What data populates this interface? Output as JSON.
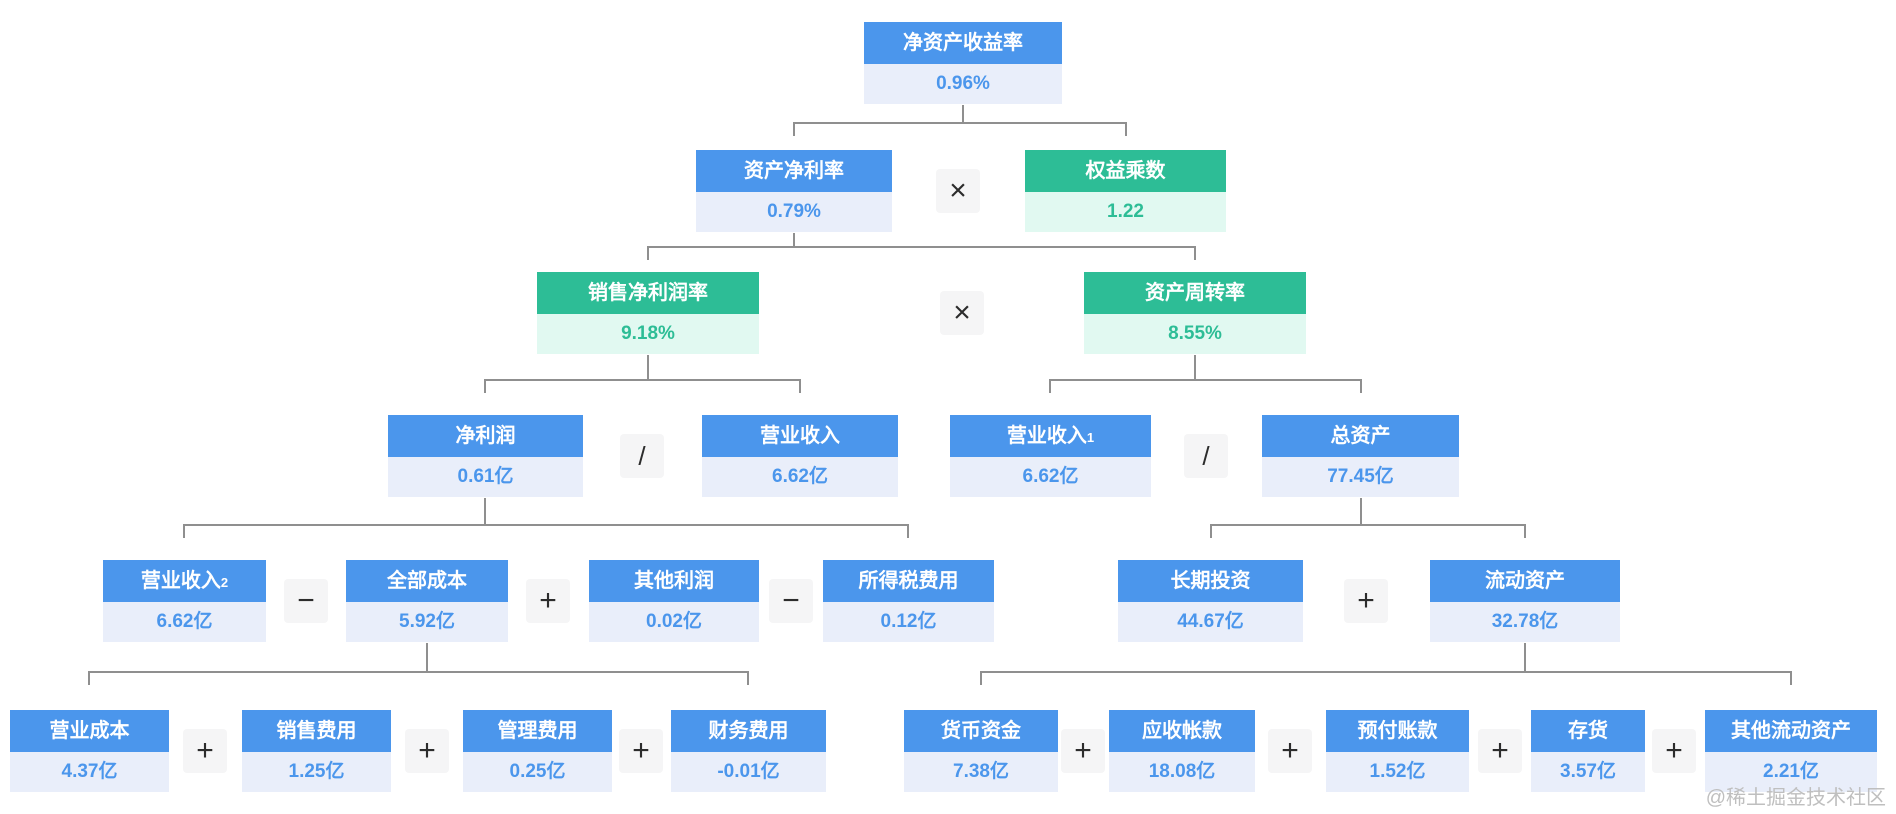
{
  "watermark": "@稀土掘金技术社区",
  "operators": {
    "multiply": "×",
    "divide": "/",
    "plus": "+",
    "minus": "−"
  },
  "colors": {
    "blue_header": "#4b96ec",
    "blue_value_bg": "#e9eefa",
    "green_header": "#2dbd96",
    "green_value_bg": "#e1f9f1",
    "connector": "#8f8f8f",
    "operator_bg": "#f5f5f6"
  },
  "nodes": {
    "roe": {
      "label": "净资产收益率",
      "value": "0.96%"
    },
    "roa": {
      "label": "资产净利率",
      "value": "0.79%"
    },
    "equity_multiplier": {
      "label": "权益乘数",
      "value": "1.22"
    },
    "net_profit_margin": {
      "label": "销售净利润率",
      "value": "9.18%"
    },
    "asset_turnover": {
      "label": "资产周转率",
      "value": "8.55%"
    },
    "net_profit": {
      "label": "净利润",
      "value": "0.61亿"
    },
    "revenue": {
      "label": "营业收入",
      "value": "6.62亿"
    },
    "revenue1": {
      "label": "营业收入",
      "sub": "1",
      "value": "6.62亿"
    },
    "total_assets": {
      "label": "总资产",
      "value": "77.45亿"
    },
    "revenue2": {
      "label": "营业收入",
      "sub": "2",
      "value": "6.62亿"
    },
    "total_cost": {
      "label": "全部成本",
      "value": "5.92亿"
    },
    "other_profit": {
      "label": "其他利润",
      "value": "0.02亿"
    },
    "income_tax": {
      "label": "所得税费用",
      "value": "0.12亿"
    },
    "long_term_investment": {
      "label": "长期投资",
      "value": "44.67亿"
    },
    "current_assets": {
      "label": "流动资产",
      "value": "32.78亿"
    },
    "operating_cost": {
      "label": "营业成本",
      "value": "4.37亿"
    },
    "selling_expense": {
      "label": "销售费用",
      "value": "1.25亿"
    },
    "admin_expense": {
      "label": "管理费用",
      "value": "0.25亿"
    },
    "financial_expense": {
      "label": "财务费用",
      "value": "-0.01亿"
    },
    "cash": {
      "label": "货币资金",
      "value": "7.38亿"
    },
    "accounts_receivable": {
      "label": "应收帐款",
      "value": "18.08亿"
    },
    "prepayment": {
      "label": "预付账款",
      "value": "1.52亿"
    },
    "inventory": {
      "label": "存货",
      "value": "3.57亿"
    },
    "other_current_assets": {
      "label": "其他流动资产",
      "value": "2.21亿"
    }
  }
}
